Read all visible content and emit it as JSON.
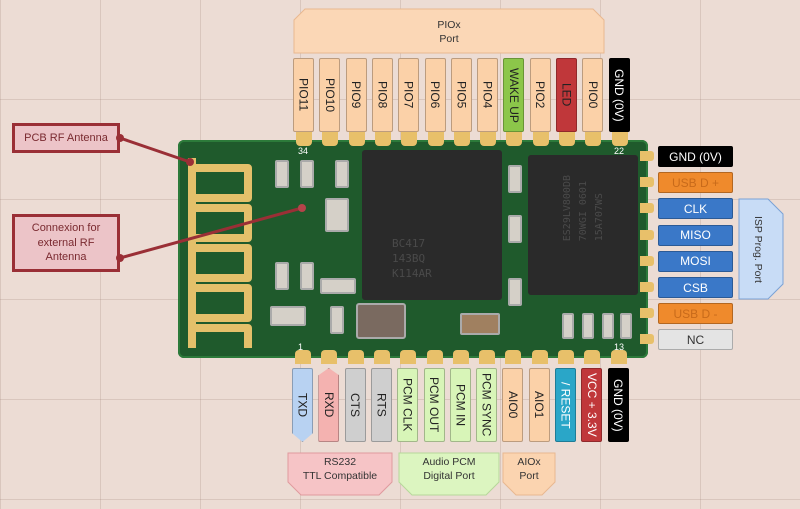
{
  "module": {
    "pin_numbers": {
      "top_left": "34",
      "top_right": "22",
      "bottom_left": "1",
      "bottom_right": "13"
    },
    "chip_main": {
      "lines": [
        "BC417",
        "143BQ",
        "K114AR"
      ]
    },
    "chip_flash": {
      "lines": [
        "ES29LV800DB",
        "70WGI 0601",
        "15A707WS"
      ]
    }
  },
  "callouts": [
    {
      "label": "PCB RF Antenna"
    },
    {
      "label": "Connexion for external RF Antenna",
      "lines": [
        "Connexion for",
        "external RF",
        "Antenna"
      ]
    }
  ],
  "top_group": {
    "lines": [
      "PIOx",
      "Port"
    ]
  },
  "top_pins": [
    {
      "label": "PIO11",
      "color": "#fbd1a8"
    },
    {
      "label": "PIO10",
      "color": "#fbd1a8"
    },
    {
      "label": "PIO9",
      "color": "#fbd1a8"
    },
    {
      "label": "PIO8",
      "color": "#fbd1a8"
    },
    {
      "label": "PIO7",
      "color": "#fbd1a8"
    },
    {
      "label": "PIO6",
      "color": "#fbd1a8"
    },
    {
      "label": "PIO5",
      "color": "#fbd1a8"
    },
    {
      "label": "PIO4",
      "color": "#fbd1a8"
    },
    {
      "label": "WAKE UP",
      "color": "#8cc64a"
    },
    {
      "label": "PIO2",
      "color": "#fbd1a8"
    },
    {
      "label": "LED",
      "color": "#c0373a"
    },
    {
      "label": "PIO0",
      "color": "#fbd1a8"
    },
    {
      "label": "GND (0V)",
      "color": "#000000",
      "text_color": "#ffffff"
    }
  ],
  "right_pins": [
    {
      "label": "GND (0V)",
      "color": "#000000",
      "text_color": "#ffffff"
    },
    {
      "label": "USB D +",
      "color": "#ef8a2c",
      "text_color": "#c86a1a"
    },
    {
      "label": "CLK",
      "color": "#3a78c8",
      "text_color": "#ffffff"
    },
    {
      "label": "MISO",
      "color": "#3a78c8",
      "text_color": "#ffffff"
    },
    {
      "label": "MOSI",
      "color": "#3a78c8",
      "text_color": "#ffffff"
    },
    {
      "label": "CSB",
      "color": "#3a78c8",
      "text_color": "#ffffff"
    },
    {
      "label": "USB D -",
      "color": "#ef8a2c",
      "text_color": "#c86a1a"
    },
    {
      "label": "NC",
      "color": "#e4e4e4",
      "text_color": "#333333"
    }
  ],
  "right_group": {
    "label": "ISP Prog. Port"
  },
  "bottom_pins": [
    {
      "label": "TXD",
      "color": "#b8d2f2"
    },
    {
      "label": "RXD",
      "color": "#f4b2b0"
    },
    {
      "label": "CTS",
      "color": "#cfcfcf"
    },
    {
      "label": "RTS",
      "color": "#cfcfcf"
    },
    {
      "label": "PCM CLK",
      "color": "#d8f5b8"
    },
    {
      "label": "PCM OUT",
      "color": "#d8f5b8"
    },
    {
      "label": "PCM IN",
      "color": "#d8f5b8"
    },
    {
      "label": "PCM SYNC",
      "color": "#d8f5b8"
    },
    {
      "label": "AIO0",
      "color": "#fbd1a8"
    },
    {
      "label": "AIO1",
      "color": "#fbd1a8"
    },
    {
      "label": "/ RESET",
      "color": "#2aa6c8",
      "text_color": "#ffffff"
    },
    {
      "label": "VCC + 3.3V",
      "color": "#c0373a",
      "text_color": "#ffffff"
    },
    {
      "label": "GND (0V)",
      "color": "#000000",
      "text_color": "#ffffff"
    }
  ],
  "bottom_groups": [
    {
      "lines": [
        "RS232",
        "TTL Compatible"
      ],
      "color": "#f6c4c6"
    },
    {
      "lines": [
        "Audio PCM",
        "Digital Port"
      ],
      "color": "#dcf5c0"
    },
    {
      "lines": [
        "AIOx",
        "Port"
      ],
      "color": "#fbd4b0"
    }
  ]
}
